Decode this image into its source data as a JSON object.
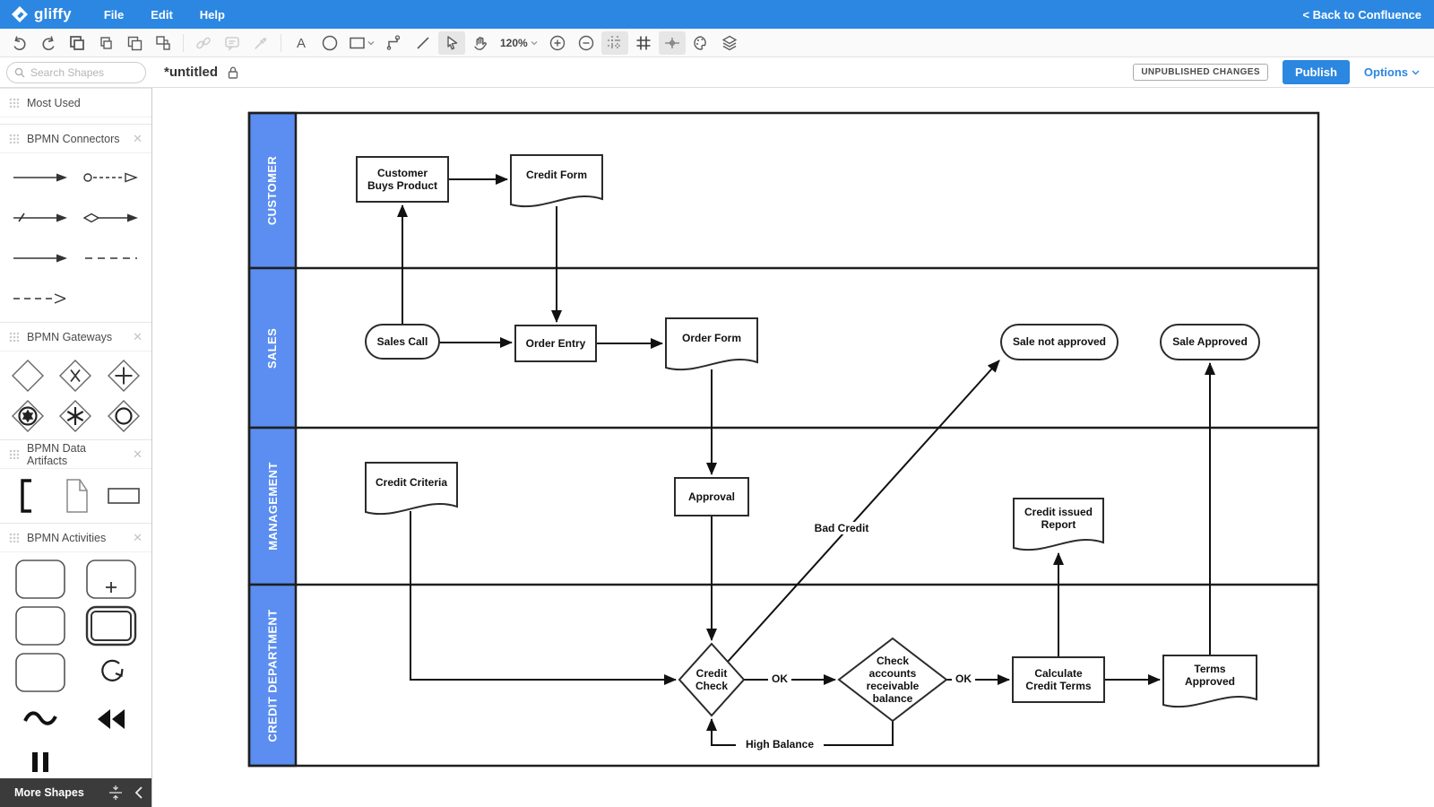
{
  "topbar": {
    "logo": "gliffy",
    "menus": {
      "file": "File",
      "edit": "Edit",
      "help": "Help"
    },
    "back_link": "< Back to Confluence"
  },
  "toolbar": {
    "zoom_level": "120%"
  },
  "titlebar": {
    "title": "*untitled",
    "status_badge": "UNPUBLISHED CHANGES",
    "publish_label": "Publish",
    "options_label": "Options"
  },
  "sidebar": {
    "search_placeholder": "Search Shapes",
    "sections": {
      "most_used": "Most Used",
      "connectors": "BPMN Connectors",
      "gateways": "BPMN Gateways",
      "artifacts": "BPMN Data Artifacts",
      "activities": "BPMN Activities"
    },
    "more_shapes_label": "More Shapes"
  },
  "diagram": {
    "lanes": [
      "CUSTOMER",
      "SALES",
      "MANAGEMENT",
      "CREDIT DEPARTMENT"
    ],
    "nodes": {
      "customer_buys_product": "Customer\nBuys Product",
      "credit_form": "Credit Form",
      "sales_call": "Sales Call",
      "order_entry": "Order Entry",
      "order_form": "Order Form",
      "sale_not_approved": "Sale not approved",
      "sale_approved": "Sale Approved",
      "credit_criteria": "Credit Criteria",
      "approval": "Approval",
      "credit_issued_report": "Credit issued\nReport",
      "credit_check": "Credit\nCheck",
      "check_accounts": "Check\naccounts\nreceivable\nbalance",
      "calculate_credit_terms": "Calculate\nCredit Terms",
      "terms_approved": "Terms\nApproved"
    },
    "edge_labels": {
      "ok1": "OK",
      "ok2": "OK",
      "bad_credit": "Bad Credit",
      "high_balance": "High Balance"
    }
  },
  "colors": {
    "topbar_blue": "#2c87e2",
    "accent_blue": "#2b87e0",
    "lane_blue": "#5b8ef0"
  }
}
